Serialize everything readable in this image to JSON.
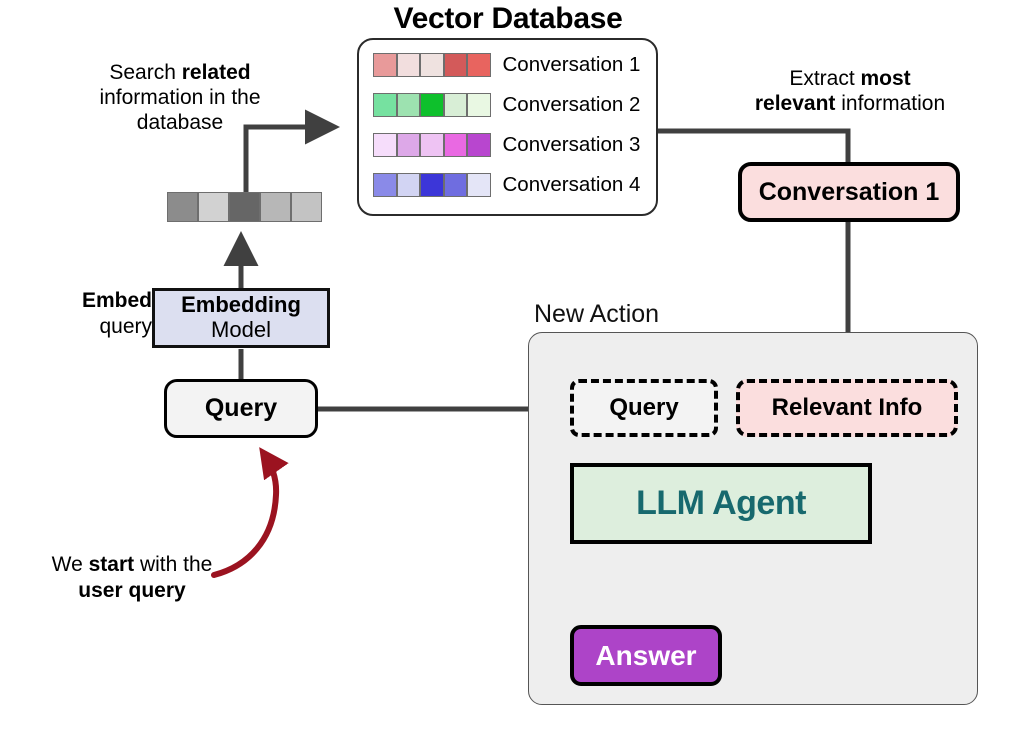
{
  "diagram": {
    "title_vector_db": "Vector Database",
    "new_action_label": "New Action"
  },
  "annotations": {
    "search": {
      "line1_plain": "Search ",
      "line1_bold": "related",
      "line2": "information in the",
      "line3": "database"
    },
    "extract": {
      "line1_plain": "Extract ",
      "line1_bold": "most",
      "line2_bold": "relevant",
      "line2_plain": " information"
    },
    "embed": {
      "bold": "Embed",
      "plain": "query"
    },
    "start": {
      "l1a": "We ",
      "l1b": "start",
      "l1c": " with the",
      "l2": "user query"
    }
  },
  "vector_database": {
    "rows": [
      {
        "label": "Conversation 1",
        "colors": [
          "#e89a9a",
          "#f2dede",
          "#efe2e0",
          "#d35a5a",
          "#e8645f"
        ]
      },
      {
        "label": "Conversation 2",
        "colors": [
          "#76e1a0",
          "#9de2b0",
          "#0ec02c",
          "#d8eed6",
          "#e9f8e3"
        ]
      },
      {
        "label": "Conversation 3",
        "colors": [
          "#f6ddfb",
          "#dda8e8",
          "#eec3f3",
          "#e969e2",
          "#b846cf"
        ]
      },
      {
        "label": "Conversation 4",
        "colors": [
          "#8a8ae8",
          "#d2d4f3",
          "#3c36d8",
          "#6f6de0",
          "#e4e5f7"
        ]
      }
    ]
  },
  "query_vector": {
    "colors": [
      "#8c8c8c",
      "#d2d2d2",
      "#666666",
      "#b7b7b7",
      "#c3c3c3"
    ]
  },
  "nodes": {
    "embedding_model": {
      "line1": "Embedding",
      "line2": "Model",
      "fill": "#dcdff0"
    },
    "query_main": {
      "label": "Query",
      "fill": "#f3f3f3"
    },
    "conversation_1": {
      "label": "Conversation 1",
      "fill": "#fbdede"
    },
    "query_inner": {
      "label": "Query",
      "fill": "#f3f3f3"
    },
    "relevant_info": {
      "label": "Relevant Info",
      "fill": "#fbdede"
    },
    "llm_agent": {
      "label": "LLM Agent",
      "fill": "#ddeedd",
      "text_color": "#17696e"
    },
    "answer": {
      "label": "Answer",
      "fill": "#ad44c8",
      "text_color": "#ffffff"
    }
  },
  "colors": {
    "connector": "#404040",
    "highlight_arrow": "#9b1320",
    "panel_bg": "#eeeeee",
    "outline": "#000000"
  }
}
